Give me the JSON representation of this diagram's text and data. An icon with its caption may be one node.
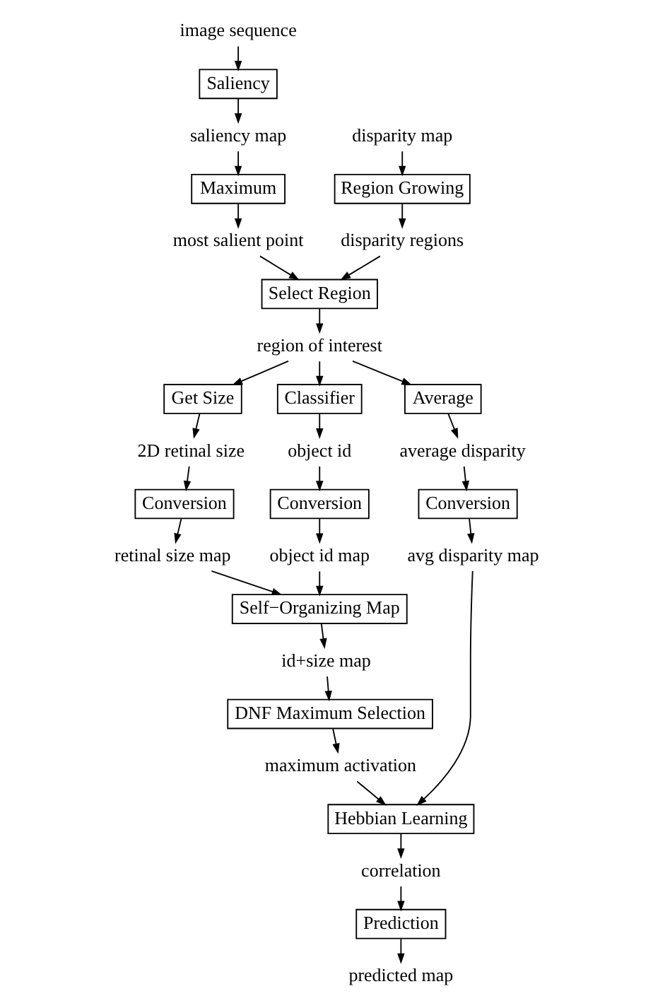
{
  "diagram": {
    "nodes": [
      {
        "text": [
          "image sequence"
        ]
      },
      {
        "text": [
          "Saliency"
        ]
      },
      {
        "text": [
          "saliency map"
        ]
      },
      {
        "text": [
          "disparity map"
        ]
      },
      {
        "text": [
          "Maximum"
        ]
      },
      {
        "text": [
          "Region Growing"
        ]
      },
      {
        "text": [
          "most salient point"
        ]
      },
      {
        "text": [
          "disparity regions"
        ]
      },
      {
        "text": [
          "Select Region"
        ]
      },
      {
        "text": [
          "region of interest"
        ]
      },
      {
        "text": [
          "Get Size"
        ]
      },
      {
        "text": [
          "Classifier"
        ]
      },
      {
        "text": [
          "Average"
        ]
      },
      {
        "text": [
          "2D retinal size"
        ]
      },
      {
        "text": [
          "object id"
        ]
      },
      {
        "text": [
          "average disparity"
        ]
      },
      {
        "text": [
          "Conversion"
        ]
      },
      {
        "text": [
          "Conversion"
        ]
      },
      {
        "text": [
          "Conversion"
        ]
      },
      {
        "text": [
          "retinal size map"
        ]
      },
      {
        "text": [
          "object id map"
        ]
      },
      {
        "text": [
          "avg disparity map"
        ]
      },
      {
        "text": [
          "Self−Organizing Map"
        ]
      },
      {
        "text": [
          "id+size map"
        ]
      },
      {
        "text": [
          "DNF Maximum Selection"
        ]
      },
      {
        "text": [
          "maximum activation"
        ]
      },
      {
        "text": [
          "Hebbian Learning"
        ]
      },
      {
        "text": [
          "correlation"
        ]
      },
      {
        "text": [
          "Prediction"
        ]
      },
      {
        "text": [
          "predicted map"
        ]
      }
    ],
    "edges": [
      {
        "from": 0,
        "to": 1,
        "arrow": "to"
      },
      {
        "from": 1,
        "to": 2,
        "arrow": "to"
      },
      {
        "from": 2,
        "to": 4,
        "arrow": "to"
      },
      {
        "from": 3,
        "to": 5,
        "arrow": "to"
      },
      {
        "from": 4,
        "to": 6,
        "arrow": "to"
      },
      {
        "from": 5,
        "to": 7,
        "arrow": "to"
      },
      {
        "from": 6,
        "to": 8,
        "arrow": "to"
      },
      {
        "from": 7,
        "to": 8,
        "arrow": "to"
      },
      {
        "from": 8,
        "to": 9,
        "arrow": "to"
      },
      {
        "from": 9,
        "to": 10,
        "arrow": "to"
      },
      {
        "from": 9,
        "to": 11,
        "arrow": "to"
      },
      {
        "from": 9,
        "to": 12,
        "arrow": "to"
      },
      {
        "from": 10,
        "to": 13,
        "arrow": "to"
      },
      {
        "from": 11,
        "to": 14,
        "arrow": "to"
      },
      {
        "from": 12,
        "to": 15,
        "arrow": "to"
      },
      {
        "from": 13,
        "to": 16,
        "arrow": "to"
      },
      {
        "from": 14,
        "to": 17,
        "arrow": "to"
      },
      {
        "from": 15,
        "to": 18,
        "arrow": "to"
      },
      {
        "from": 16,
        "to": 19,
        "arrow": "to"
      },
      {
        "from": 17,
        "to": 20,
        "arrow": "to"
      },
      {
        "from": 18,
        "to": 21,
        "arrow": "to"
      },
      {
        "from": 19,
        "to": 22,
        "arrow": "to"
      },
      {
        "from": 20,
        "to": 22,
        "arrow": "to"
      },
      {
        "from": 22,
        "to": 23,
        "arrow": "to"
      },
      {
        "from": 23,
        "to": 24,
        "arrow": "to"
      },
      {
        "from": 24,
        "to": 25,
        "arrow": "to"
      },
      {
        "from": 21,
        "to": 26,
        "arrow": "to"
      },
      {
        "from": 25,
        "to": 26,
        "arrow": "to"
      },
      {
        "from": 26,
        "to": 27,
        "arrow": "to"
      },
      {
        "from": 27,
        "to": 28,
        "arrow": "to"
      },
      {
        "from": 28,
        "to": 29,
        "arrow": "to"
      }
    ]
  }
}
